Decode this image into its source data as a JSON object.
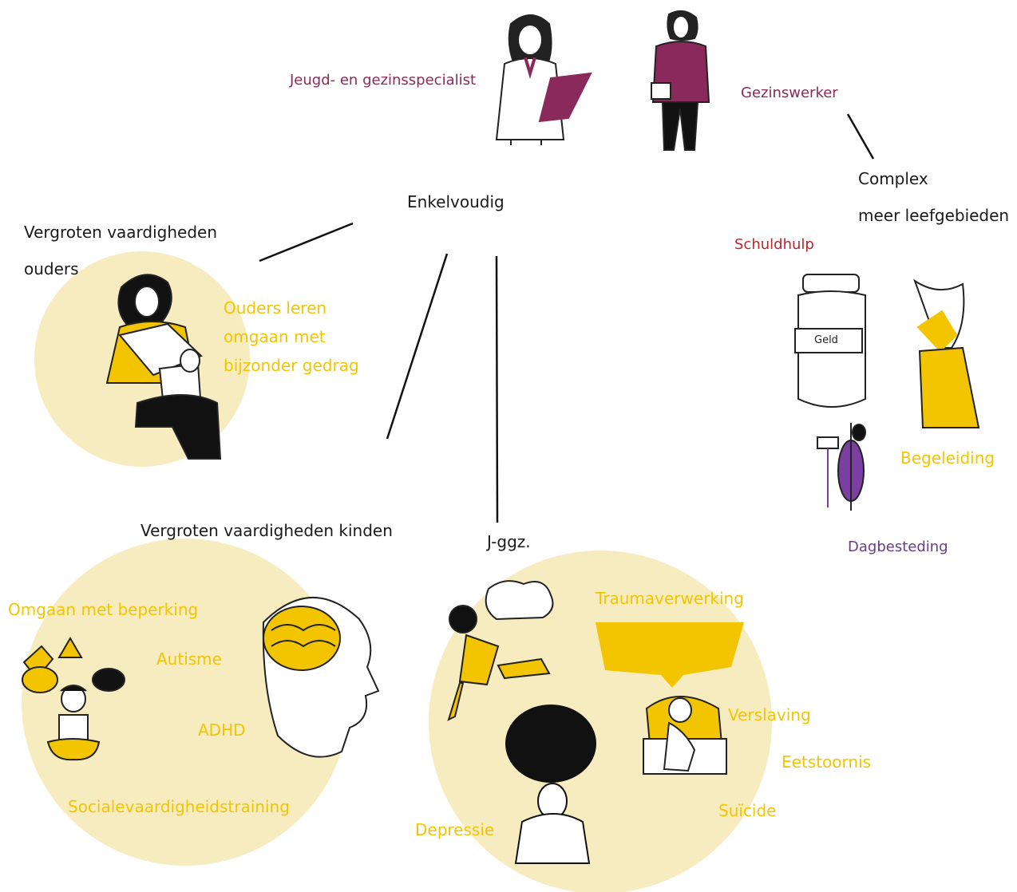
{
  "roles": {
    "youth_family_specialist": "Jeugd- en gezinsspecialist",
    "family_worker": "Gezinswerker"
  },
  "nodes": {
    "simple": "Enkelvoudig",
    "complex_line1": "Complex",
    "complex_line2": "meer leefgebieden",
    "parents_skills_line1": "Vergroten vaardigheden",
    "parents_skills_line2": "ouders",
    "children_skills": "Vergroten vaardigheden kinden",
    "jggz": "J-ggz."
  },
  "parents_circle": {
    "text_line1": "Ouders leren",
    "text_line2": "omgaan met",
    "text_line3": "bijzonder gedrag"
  },
  "children_circle": {
    "items": [
      "Omgaan met beperking",
      "Autisme",
      "ADHD",
      "Socialevaardigheidstraining"
    ]
  },
  "jggz_circle": {
    "items": [
      "Traumaverwerking",
      "Verslaving",
      "Eetstoornis",
      "Suïcide",
      "Depressie"
    ]
  },
  "complex_services": {
    "debt": "Schuldhulp",
    "jar_label": "Geld",
    "guidance": "Begeleiding",
    "daytime": "Dagbesteding"
  },
  "colors": {
    "circle_fill": "#f7ebc0",
    "accent_yellow": "#f2c500",
    "plum": "#8a2a5a",
    "red": "#b8262b",
    "purple": "#6b3a86"
  }
}
